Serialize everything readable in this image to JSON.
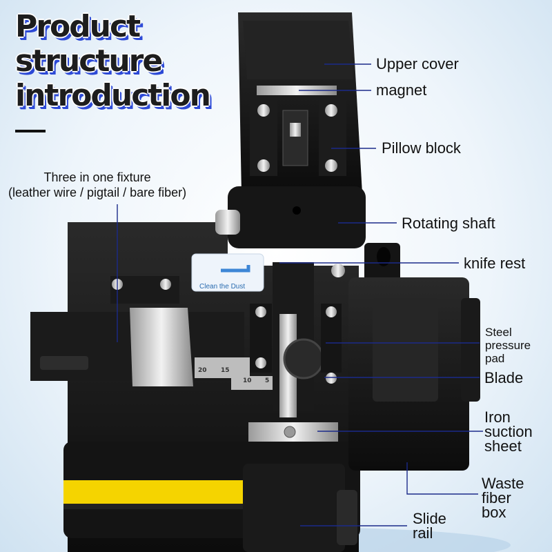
{
  "title": {
    "line1": "Product",
    "line2": "structure",
    "line3": "introduction"
  },
  "labels": {
    "upper_cover": "Upper cover",
    "magnet": "magnet",
    "pillow_block": "Pillow block",
    "fixture_line1": "Three in one fixture",
    "fixture_line2": "(leather wire / pigtail / bare fiber)",
    "rotating_shaft": "Rotating shaft",
    "knife_rest": "knife rest",
    "steel_pad_1": "Steel",
    "steel_pad_2": "pressure",
    "steel_pad_3": "pad",
    "blade": "Blade",
    "iron_1": "Iron",
    "iron_2": "suction",
    "iron_3": "sheet",
    "waste_1": "Waste",
    "waste_2": "fiber",
    "waste_3": "box",
    "slide_1": "Slide",
    "slide_2": "rail"
  },
  "sticker": "Clean the Dust",
  "scale": [
    "20",
    "15",
    "10",
    "5"
  ],
  "colors": {
    "title_text": "#1d1d1d",
    "title_shadow": "#2c49d6",
    "callout_line": "#1b2a8a",
    "device_body": "#111111",
    "yellow_strip": "#f5d400"
  }
}
